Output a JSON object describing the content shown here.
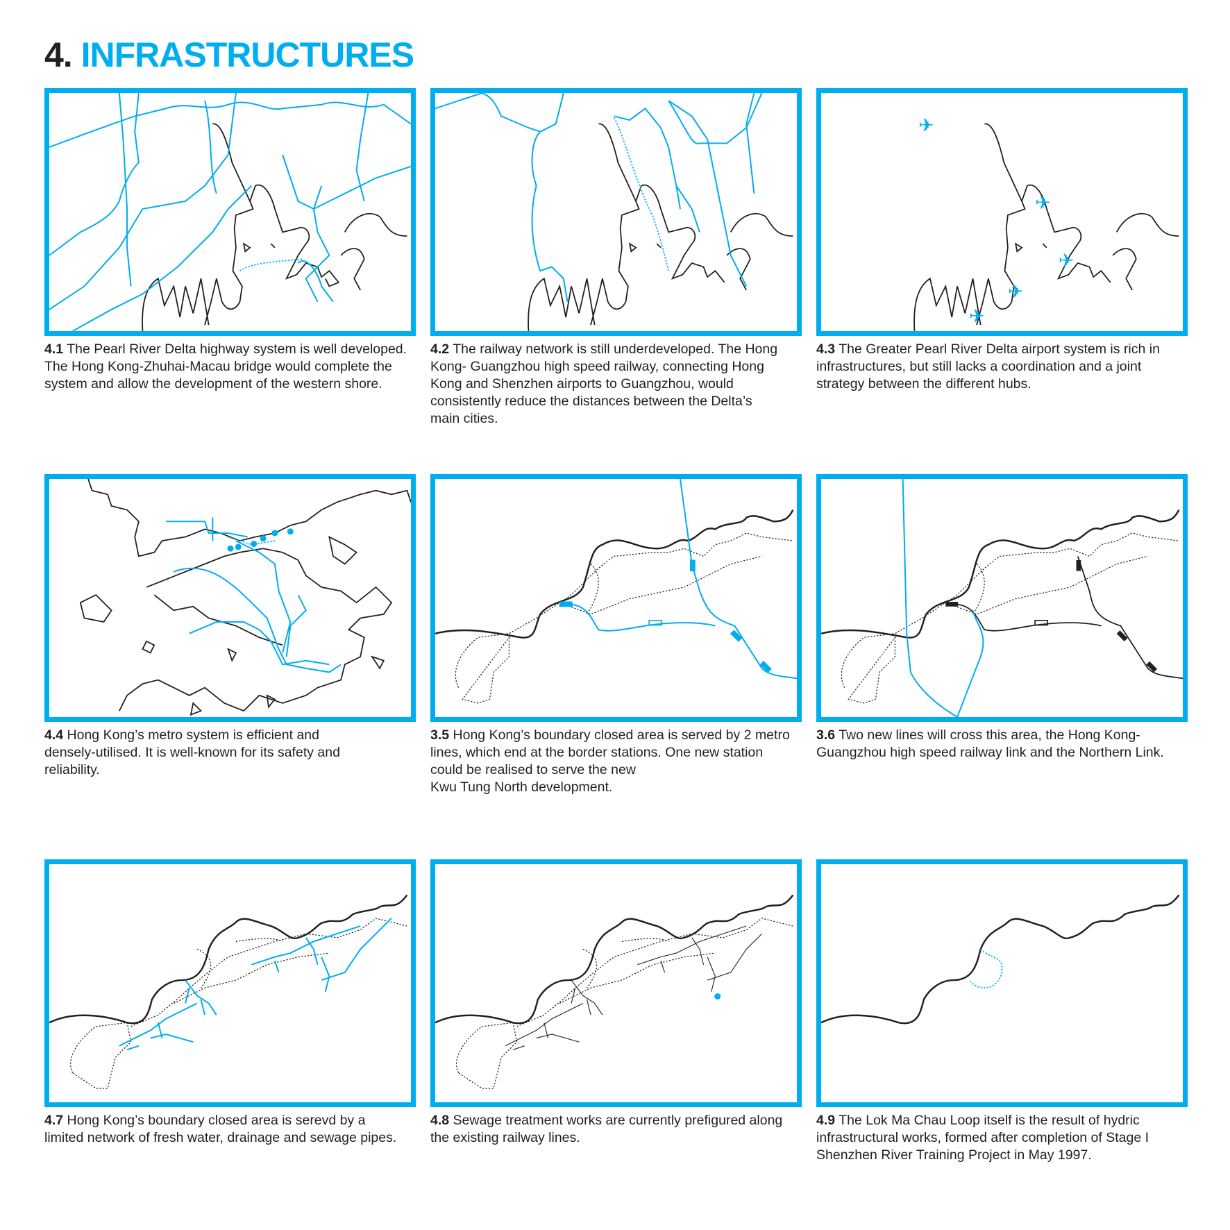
{
  "header": {
    "number": "4.",
    "title": "INFRASTRUCTURES"
  },
  "panels": [
    {
      "id": "4.1",
      "text": "The Pearl River Delta highway system is well developed.\nThe Hong Kong-Zhuhai-Macau bridge would complete the\nsystem and allow the development of the western shore."
    },
    {
      "id": "4.2",
      "text": "The railway network is still underdeveloped. The Hong\nKong- Guangzhou high speed railway, connecting Hong\nKong and Shenzhen airports to Guangzhou, would\nconsistently reduce the distances between the Delta’s\nmain cities."
    },
    {
      "id": "4.3",
      "text": "The Greater Pearl River Delta airport system is rich in\ninfrastructures, but still lacks a coordination and a joint\nstrategy between the different hubs."
    },
    {
      "id": "4.4",
      "text": "Hong Kong’s metro system is efficient and\ndensely-utilised. It is well-known for its safety and\nreliability."
    },
    {
      "id": "3.5",
      "text": "Hong Kong’s boundary closed area is served by 2 metro\nlines, which end at the border stations. One new station\ncould be realised to serve the new\nKwu Tung North development."
    },
    {
      "id": "3.6",
      "text": "Two new lines will cross this area, the Hong Kong-\nGuangzhou high speed railway link and the Northern Link."
    },
    {
      "id": "4.7",
      "text": "Hong Kong’s boundary closed area is serevd by a\nlimited network of fresh water, drainage and sewage pipes."
    },
    {
      "id": "4.8",
      "text": "Sewage treatment works are currently prefigured along\nthe existing railway lines."
    },
    {
      "id": "4.9",
      "text": "The Lok Ma Chau Loop itself is the result of hydric\ninfrastructural works, formed after completion of Stage I\nShenzhen River Training Project in May 1997."
    }
  ],
  "colors": {
    "accent": "#00aeef",
    "ink": "#231f20"
  }
}
